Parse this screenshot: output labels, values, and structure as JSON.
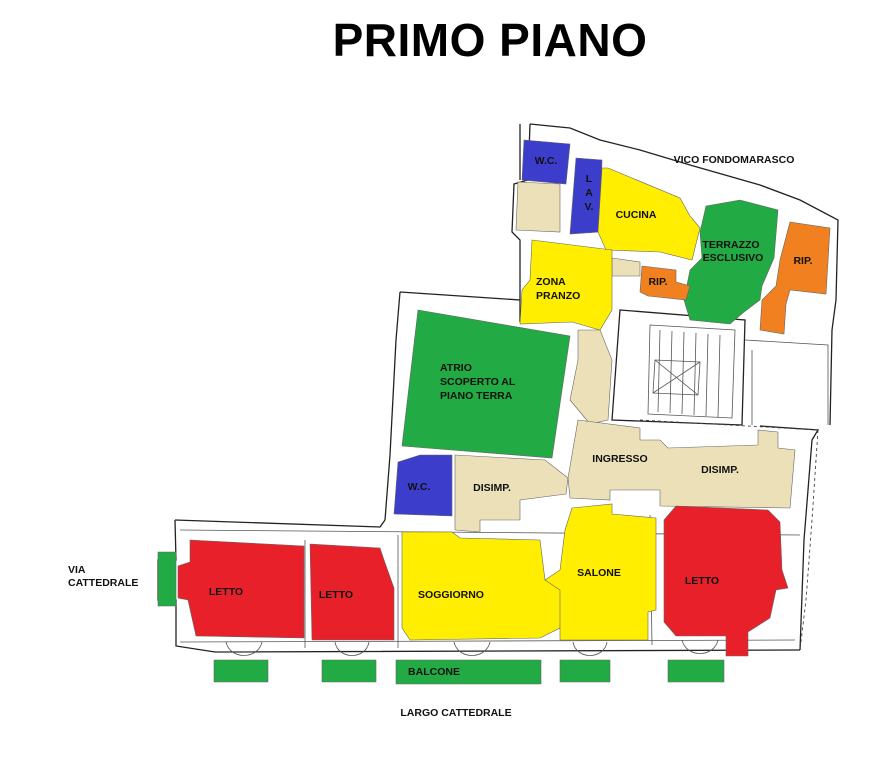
{
  "title": "PRIMO PIANO",
  "colors": {
    "bathroom": "#3d3dcc",
    "living": "#ffee00",
    "bedroom": "#e8202a",
    "outdoor": "#22aa44",
    "storage": "#f08020",
    "circulation": "#ece0b8"
  },
  "rooms": {
    "wc_top": "W.C.",
    "lav_1": "L",
    "lav_2": "A",
    "lav_3": "V.",
    "cucina": "CUCINA",
    "terrazzo_1": "TERRAZZO",
    "terrazzo_2": "ESCLUSIVO",
    "rip_right": "RIP.",
    "rip_mid": "RIP.",
    "zona_1": "ZONA",
    "zona_2": "PRANZO",
    "atrio_1": "ATRIO",
    "atrio_2": "SCOPERTO AL",
    "atrio_3": "PIANO TERRA",
    "wc_mid": "W.C.",
    "disimp_left": "DISIMP.",
    "ingresso": "INGRESSO",
    "disimp_right": "DISIMP.",
    "letto_1": "LETTO",
    "letto_2": "LETTO",
    "soggiorno": "SOGGIORNO",
    "salone": "SALONE",
    "letto_3": "LETTO",
    "balcone": "BALCONE"
  },
  "streets": {
    "vico": "VICO FONDOMARASCO",
    "via_1": "VIA",
    "via_2": "CATTEDRALE",
    "largo": "LARGO CATTEDRALE"
  }
}
